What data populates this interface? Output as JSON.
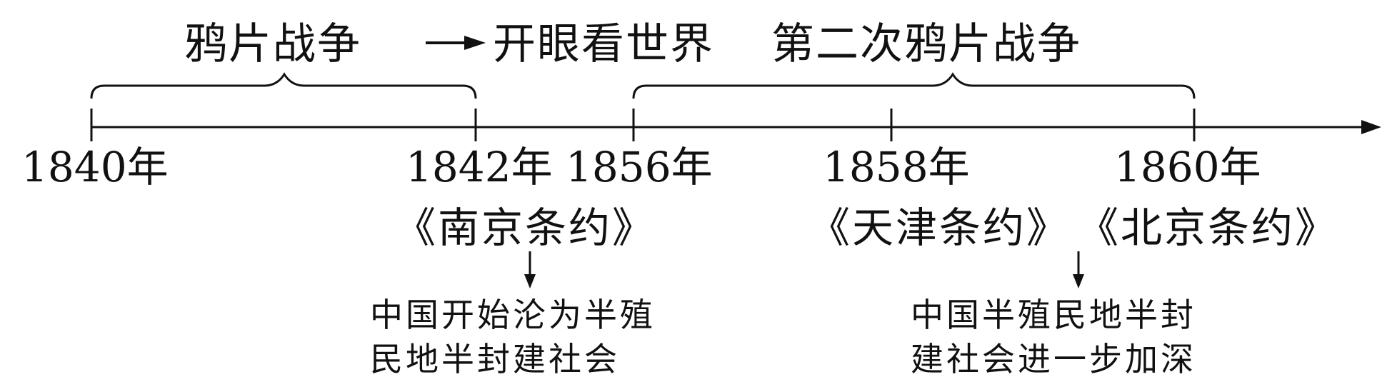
{
  "periods": {
    "opium_war": "鸦片战争",
    "open_eyes": "开眼看世界",
    "second_opium_war": "第二次鸦片战争"
  },
  "years": {
    "y1840": "1840年",
    "y1842": "1842年",
    "y1856": "1856年",
    "y1858": "1858年",
    "y1860": "1860年"
  },
  "treaties": {
    "nanjing": "《南京条约》",
    "tianjin": "《天津条约》",
    "beijing": "《北京条约》"
  },
  "consequences": {
    "first_line1": "中国开始沦为半殖",
    "first_line2": "民地半封建社会",
    "second_line1": "中国半殖民地半封",
    "second_line2": "建社会进一步加深"
  },
  "colors": {
    "ink": "#111111",
    "background": "#ffffff"
  }
}
